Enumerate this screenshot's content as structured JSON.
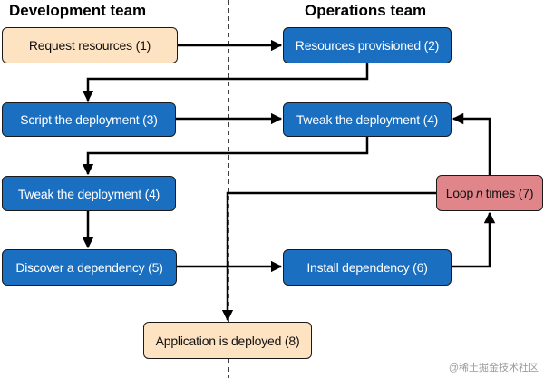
{
  "headings": {
    "development": "Development team",
    "operations": "Operations team"
  },
  "steps": {
    "request_resources": "Request resources (1)",
    "resources_provisioned": "Resources provisioned (2)",
    "script_deployment": "Script the deployment (3)",
    "tweak_deployment_ops": "Tweak the deployment (4)",
    "tweak_deployment_dev": "Tweak the deployment (4)",
    "discover_dependency": "Discover a dependency (5)",
    "install_dependency": "Install dependency (6)",
    "loop_prefix": "Loop",
    "loop_n": "n",
    "loop_suffix": "times (7)",
    "application_deployed": "Application is deployed (8)"
  },
  "watermark": "@稀土掘金技术社区",
  "colors": {
    "process_box": "#1a6fc1",
    "start_end_box": "#fde3c2",
    "loop_box": "#e0868b"
  }
}
